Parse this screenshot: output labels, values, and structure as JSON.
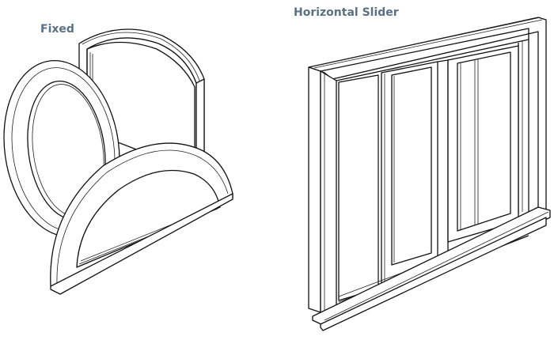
{
  "labels": {
    "fixed": "Fixed",
    "horizontal_slider": "Horizontal Slider"
  },
  "colors": {
    "label_text": "#5a7184",
    "line_art": "#111111",
    "background": "#ffffff"
  },
  "figures": [
    {
      "id": "fixed",
      "description": "Fixed windows: arched-top, oval/round, and half-round frames in isometric line art"
    },
    {
      "id": "horizontal-slider",
      "description": "Two-panel horizontal sliding window with sill, isometric line art"
    }
  ]
}
